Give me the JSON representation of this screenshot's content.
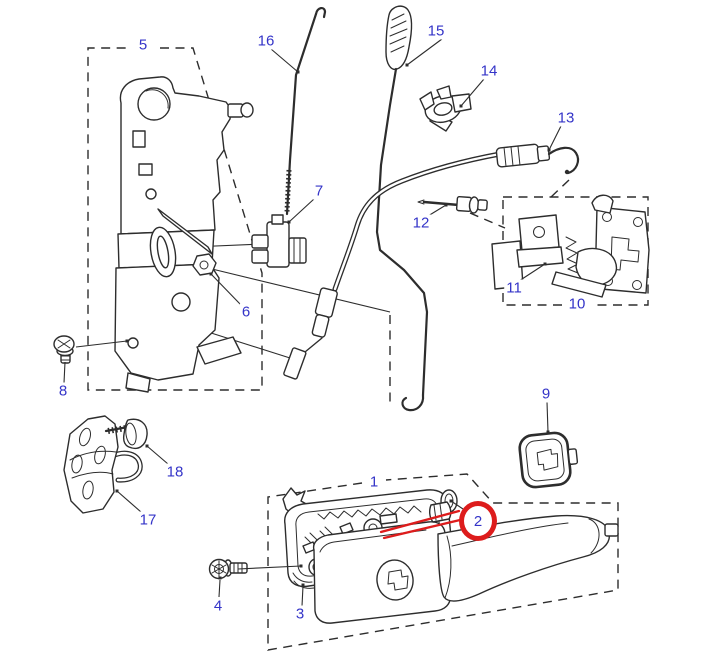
{
  "colors": {
    "background": "#ffffff",
    "line_art": "#2d2d2d",
    "callout_text": "#3434c8",
    "highlight": "#dd1c1c"
  },
  "callouts": {
    "c1": {
      "label": "1",
      "highlighted": false
    },
    "c2": {
      "label": "2",
      "highlighted": true
    },
    "c3": {
      "label": "3",
      "highlighted": false
    },
    "c4": {
      "label": "4",
      "highlighted": false
    },
    "c5": {
      "label": "5",
      "highlighted": false
    },
    "c6": {
      "label": "6",
      "highlighted": false
    },
    "c7": {
      "label": "7",
      "highlighted": false
    },
    "c8": {
      "label": "8",
      "highlighted": false
    },
    "c9": {
      "label": "9",
      "highlighted": false
    },
    "c10": {
      "label": "10",
      "highlighted": false
    },
    "c11": {
      "label": "11",
      "highlighted": false
    },
    "c12": {
      "label": "12",
      "highlighted": false
    },
    "c13": {
      "label": "13",
      "highlighted": false
    },
    "c14": {
      "label": "14",
      "highlighted": false
    },
    "c15": {
      "label": "15",
      "highlighted": false
    },
    "c16": {
      "label": "16",
      "highlighted": false
    },
    "c17": {
      "label": "17",
      "highlighted": false
    },
    "c18": {
      "label": "18",
      "highlighted": false
    }
  }
}
